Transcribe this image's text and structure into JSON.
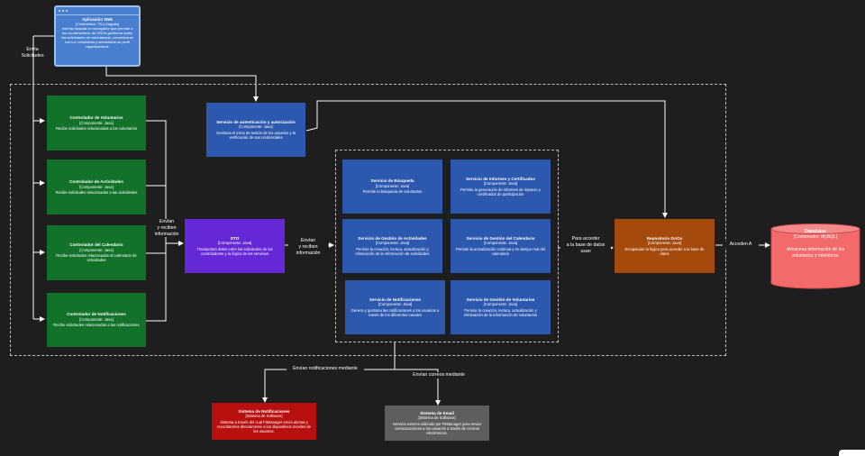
{
  "webapp": {
    "title": "Aplicación Web",
    "kind": "[Contenedor: TS y Angular]",
    "desc": "Interfaz basada en navegador que permite a los coordinadores de ONGs gestionar todas las actividades de voluntariado, comunicarse con los voluntarios y administrar su perfil organizacional."
  },
  "labels": {
    "envia": "Envía\nSolicitudes",
    "envian_reciben_1": "Envían\ny reciben\ninformación",
    "envian_reciben_2": "Envían\ny reciben\ninformación",
    "para_acceder": "Para acceder\na la base de datos\nusan",
    "acceden": "Acceden A",
    "notif_mediante": "Envían notificaciones mediante",
    "correos_mediante": "Envían correos mediante"
  },
  "controllers": [
    {
      "title": "Controlador de Voluntarios",
      "kind": "[Componente: Java]",
      "desc": "Recibe solicitudes relacionadas a los voluntarios"
    },
    {
      "title": "Controlador de Actividades",
      "kind": "[Componente: Java]",
      "desc": "Recibe solicitudes relacionadas a las actividades"
    },
    {
      "title": "Controlador del Calendario",
      "kind": "[Componente: Java]",
      "desc": "Recibe solicitudes relacionadas al calendario de actividades"
    },
    {
      "title": "Controlador de Notificaciones",
      "kind": "[Componente: Java]",
      "desc": "Recibe solicitudes relacionadas a las notificaciones"
    }
  ],
  "auth": {
    "title": "Servicio de autenticación y autorización",
    "kind": "[Componente: Java]",
    "desc": "Gestiona el inicio de sesión de los usuarios y la verificación de sus credenciales"
  },
  "dto": {
    "title": "DTO",
    "kind": "[Componente: Java]",
    "desc": "Transportan datos entre las solicitudes de los controladores y la lógica de los servicios"
  },
  "services": [
    {
      "title": "Servicio de Búsqueda",
      "kind": "[Componente: Java]",
      "desc": "Permite la búsqueda de voluntarios"
    },
    {
      "title": "Servicio de Informes y Certificados",
      "kind": "[Componente: Java]",
      "desc": "Permite la generación de informes de impacto y certificados de participación"
    },
    {
      "title": "Servicio de Gestión de Actividades",
      "kind": "[Componente: Java]",
      "desc": "Permite la creación, lectura, actualización y eliminación de la información de actividades"
    },
    {
      "title": "Servicio de Gestión del Calendario",
      "kind": "[Componente: Java]",
      "desc": "Permite la actualización continua y en tiempo real del calendario"
    },
    {
      "title": "Servicio de Notificaciones",
      "kind": "[Componente: Java]",
      "desc": "Genera y gestiona las notificaciones a los usuarios a través de los diferentes canales"
    },
    {
      "title": "Servicio de Gestión de Voluntarios",
      "kind": "[Componente: Java]",
      "desc": "Permite la creación, lectura, actualización y eliminación de la información de voluntarios"
    }
  ],
  "repo": {
    "title": "Repositorio DAOs",
    "kind": "[Componente: Java]",
    "desc": "Encapsulan la lógica para acceder a la base de datos"
  },
  "database": {
    "title": "Database",
    "kind": "[Contenedor: MySQL]",
    "desc": "Almacena información de los voluntarios y miembros."
  },
  "notif_system": {
    "title": "Sistema de Notificaciones",
    "kind": "[Sistema de Software]",
    "desc": "Sistema a través del cual FitManager envía alertas y recordatorios directamente a los dispositivos móviles de los usuarios."
  },
  "email_system": {
    "title": "Sistema de Email",
    "kind": "[Sistema de Software]",
    "desc": "Servicio externo utilizado por FitManager para enviar comunicaciones a los usuarios a través de correos electrónicos."
  },
  "colors": {
    "controller": "#12722a",
    "service": "#2c58ae",
    "dto": "#6528d6",
    "repo": "#a44a0c",
    "database": "#f26a6a",
    "notif": "#b80f0f",
    "email": "#5e5e5e"
  }
}
